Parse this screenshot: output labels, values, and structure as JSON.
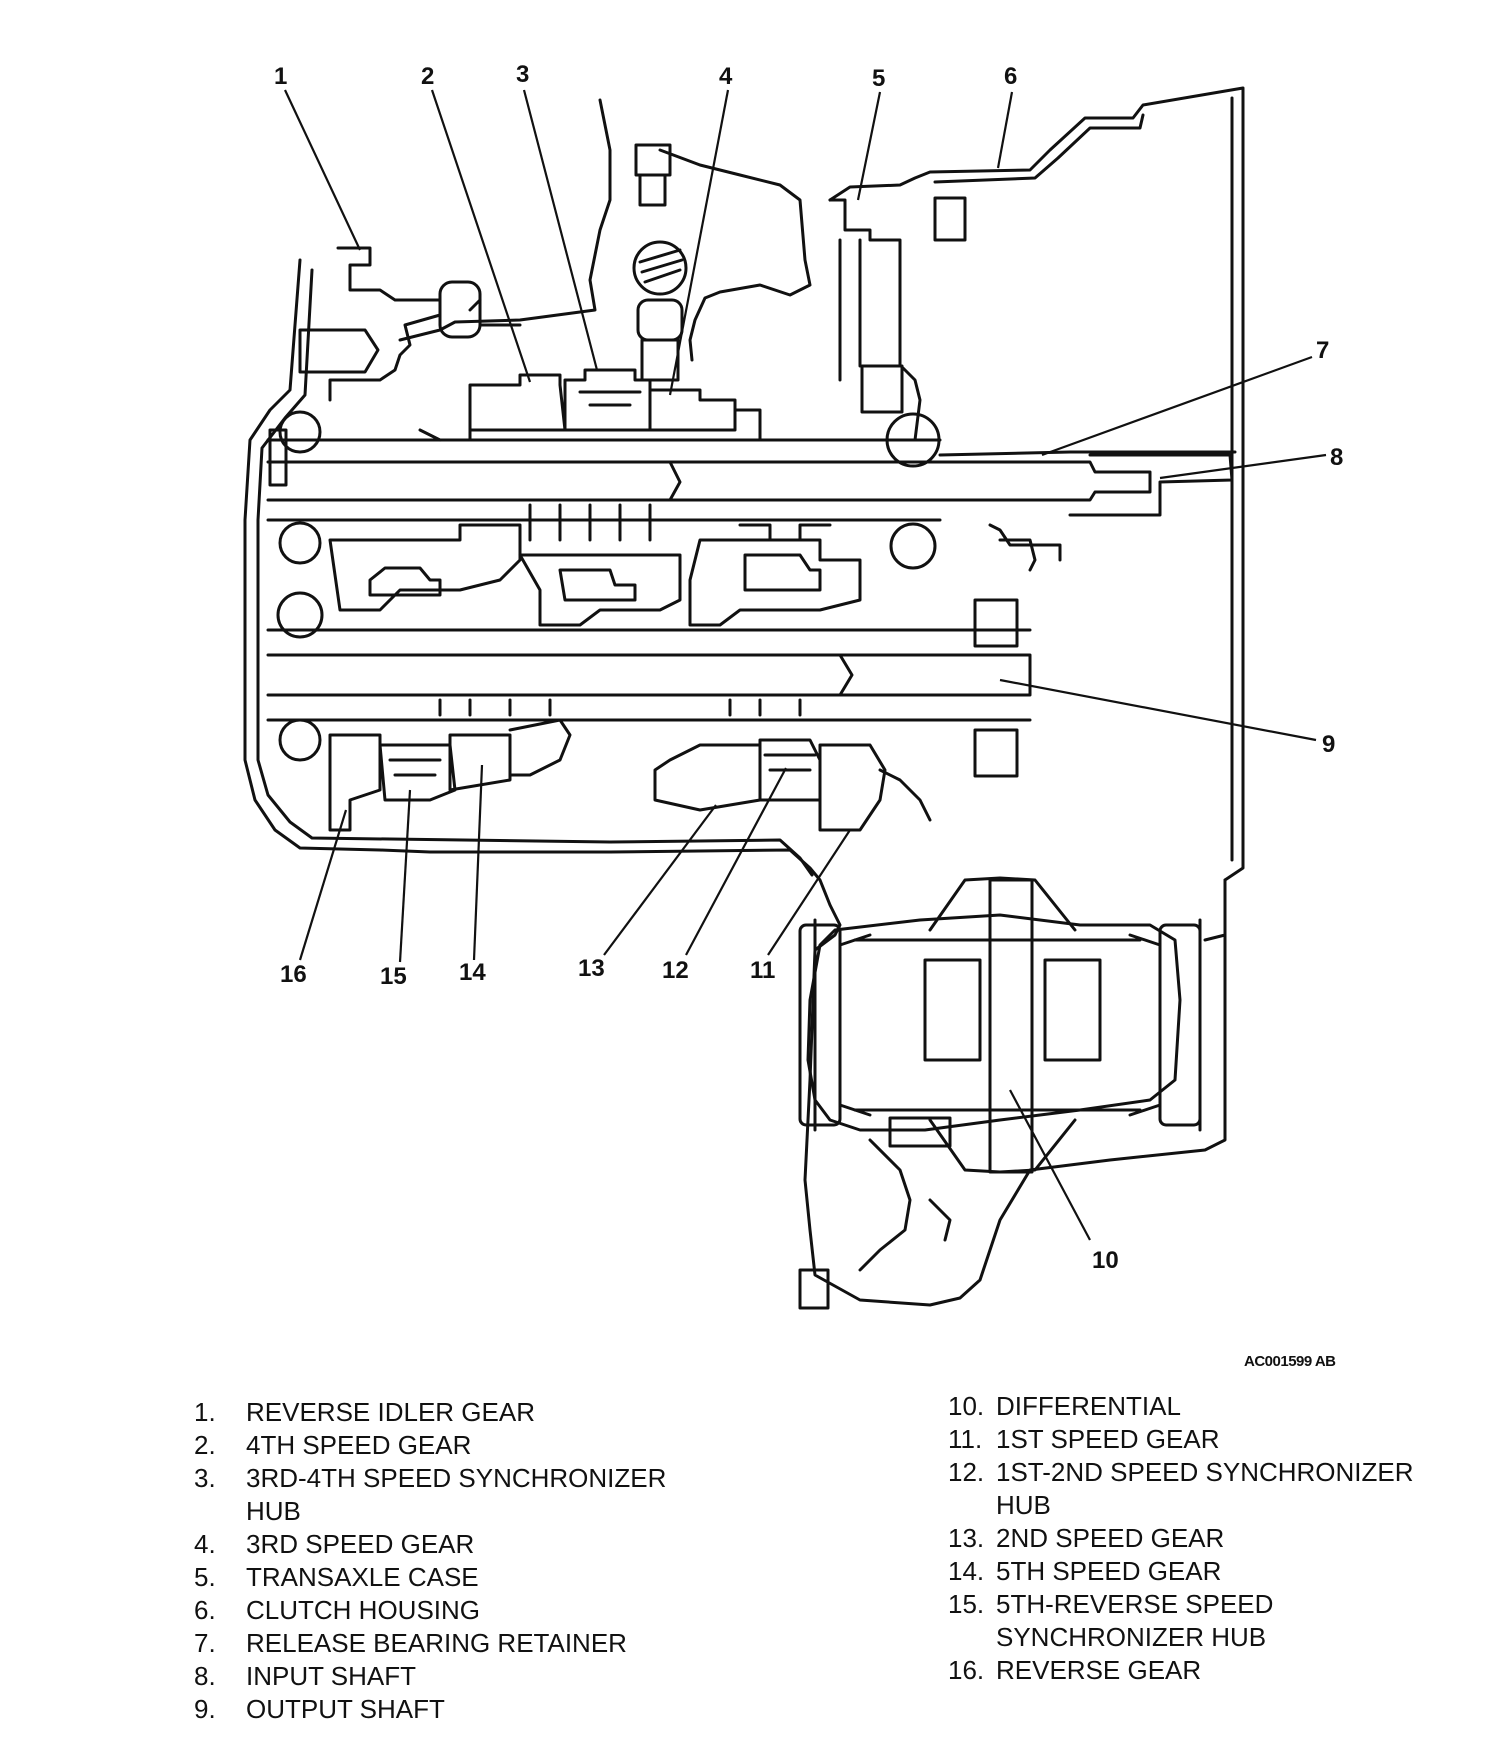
{
  "figure_id": "AC001599 AB",
  "callouts": [
    "1",
    "2",
    "3",
    "4",
    "5",
    "6",
    "7",
    "8",
    "9",
    "10",
    "11",
    "12",
    "13",
    "14",
    "15",
    "16"
  ],
  "legend": {
    "left": [
      {
        "num": "1.",
        "lines": [
          "REVERSE IDLER GEAR"
        ]
      },
      {
        "num": "2.",
        "lines": [
          "4TH SPEED GEAR"
        ]
      },
      {
        "num": "3.",
        "lines": [
          "3RD-4TH SPEED SYNCHRONIZER",
          "HUB"
        ]
      },
      {
        "num": "4.",
        "lines": [
          "3RD SPEED GEAR"
        ]
      },
      {
        "num": "5.",
        "lines": [
          "TRANSAXLE CASE"
        ]
      },
      {
        "num": "6.",
        "lines": [
          "CLUTCH HOUSING"
        ]
      },
      {
        "num": "7.",
        "lines": [
          "RELEASE BEARING RETAINER"
        ]
      },
      {
        "num": "8.",
        "lines": [
          "INPUT SHAFT"
        ]
      },
      {
        "num": "9.",
        "lines": [
          "OUTPUT SHAFT"
        ]
      }
    ],
    "right": [
      {
        "num": "10.",
        "lines": [
          "DIFFERENTIAL"
        ]
      },
      {
        "num": "11.",
        "lines": [
          "1ST SPEED GEAR"
        ]
      },
      {
        "num": "12.",
        "lines": [
          "1ST-2ND SPEED SYNCHRONIZER",
          "HUB"
        ]
      },
      {
        "num": "13.",
        "lines": [
          "2ND SPEED GEAR"
        ]
      },
      {
        "num": "14.",
        "lines": [
          "5TH SPEED GEAR"
        ]
      },
      {
        "num": "15.",
        "lines": [
          "5TH-REVERSE SPEED",
          "SYNCHRONIZER HUB"
        ]
      },
      {
        "num": "16.",
        "lines": [
          "REVERSE GEAR"
        ]
      }
    ]
  }
}
